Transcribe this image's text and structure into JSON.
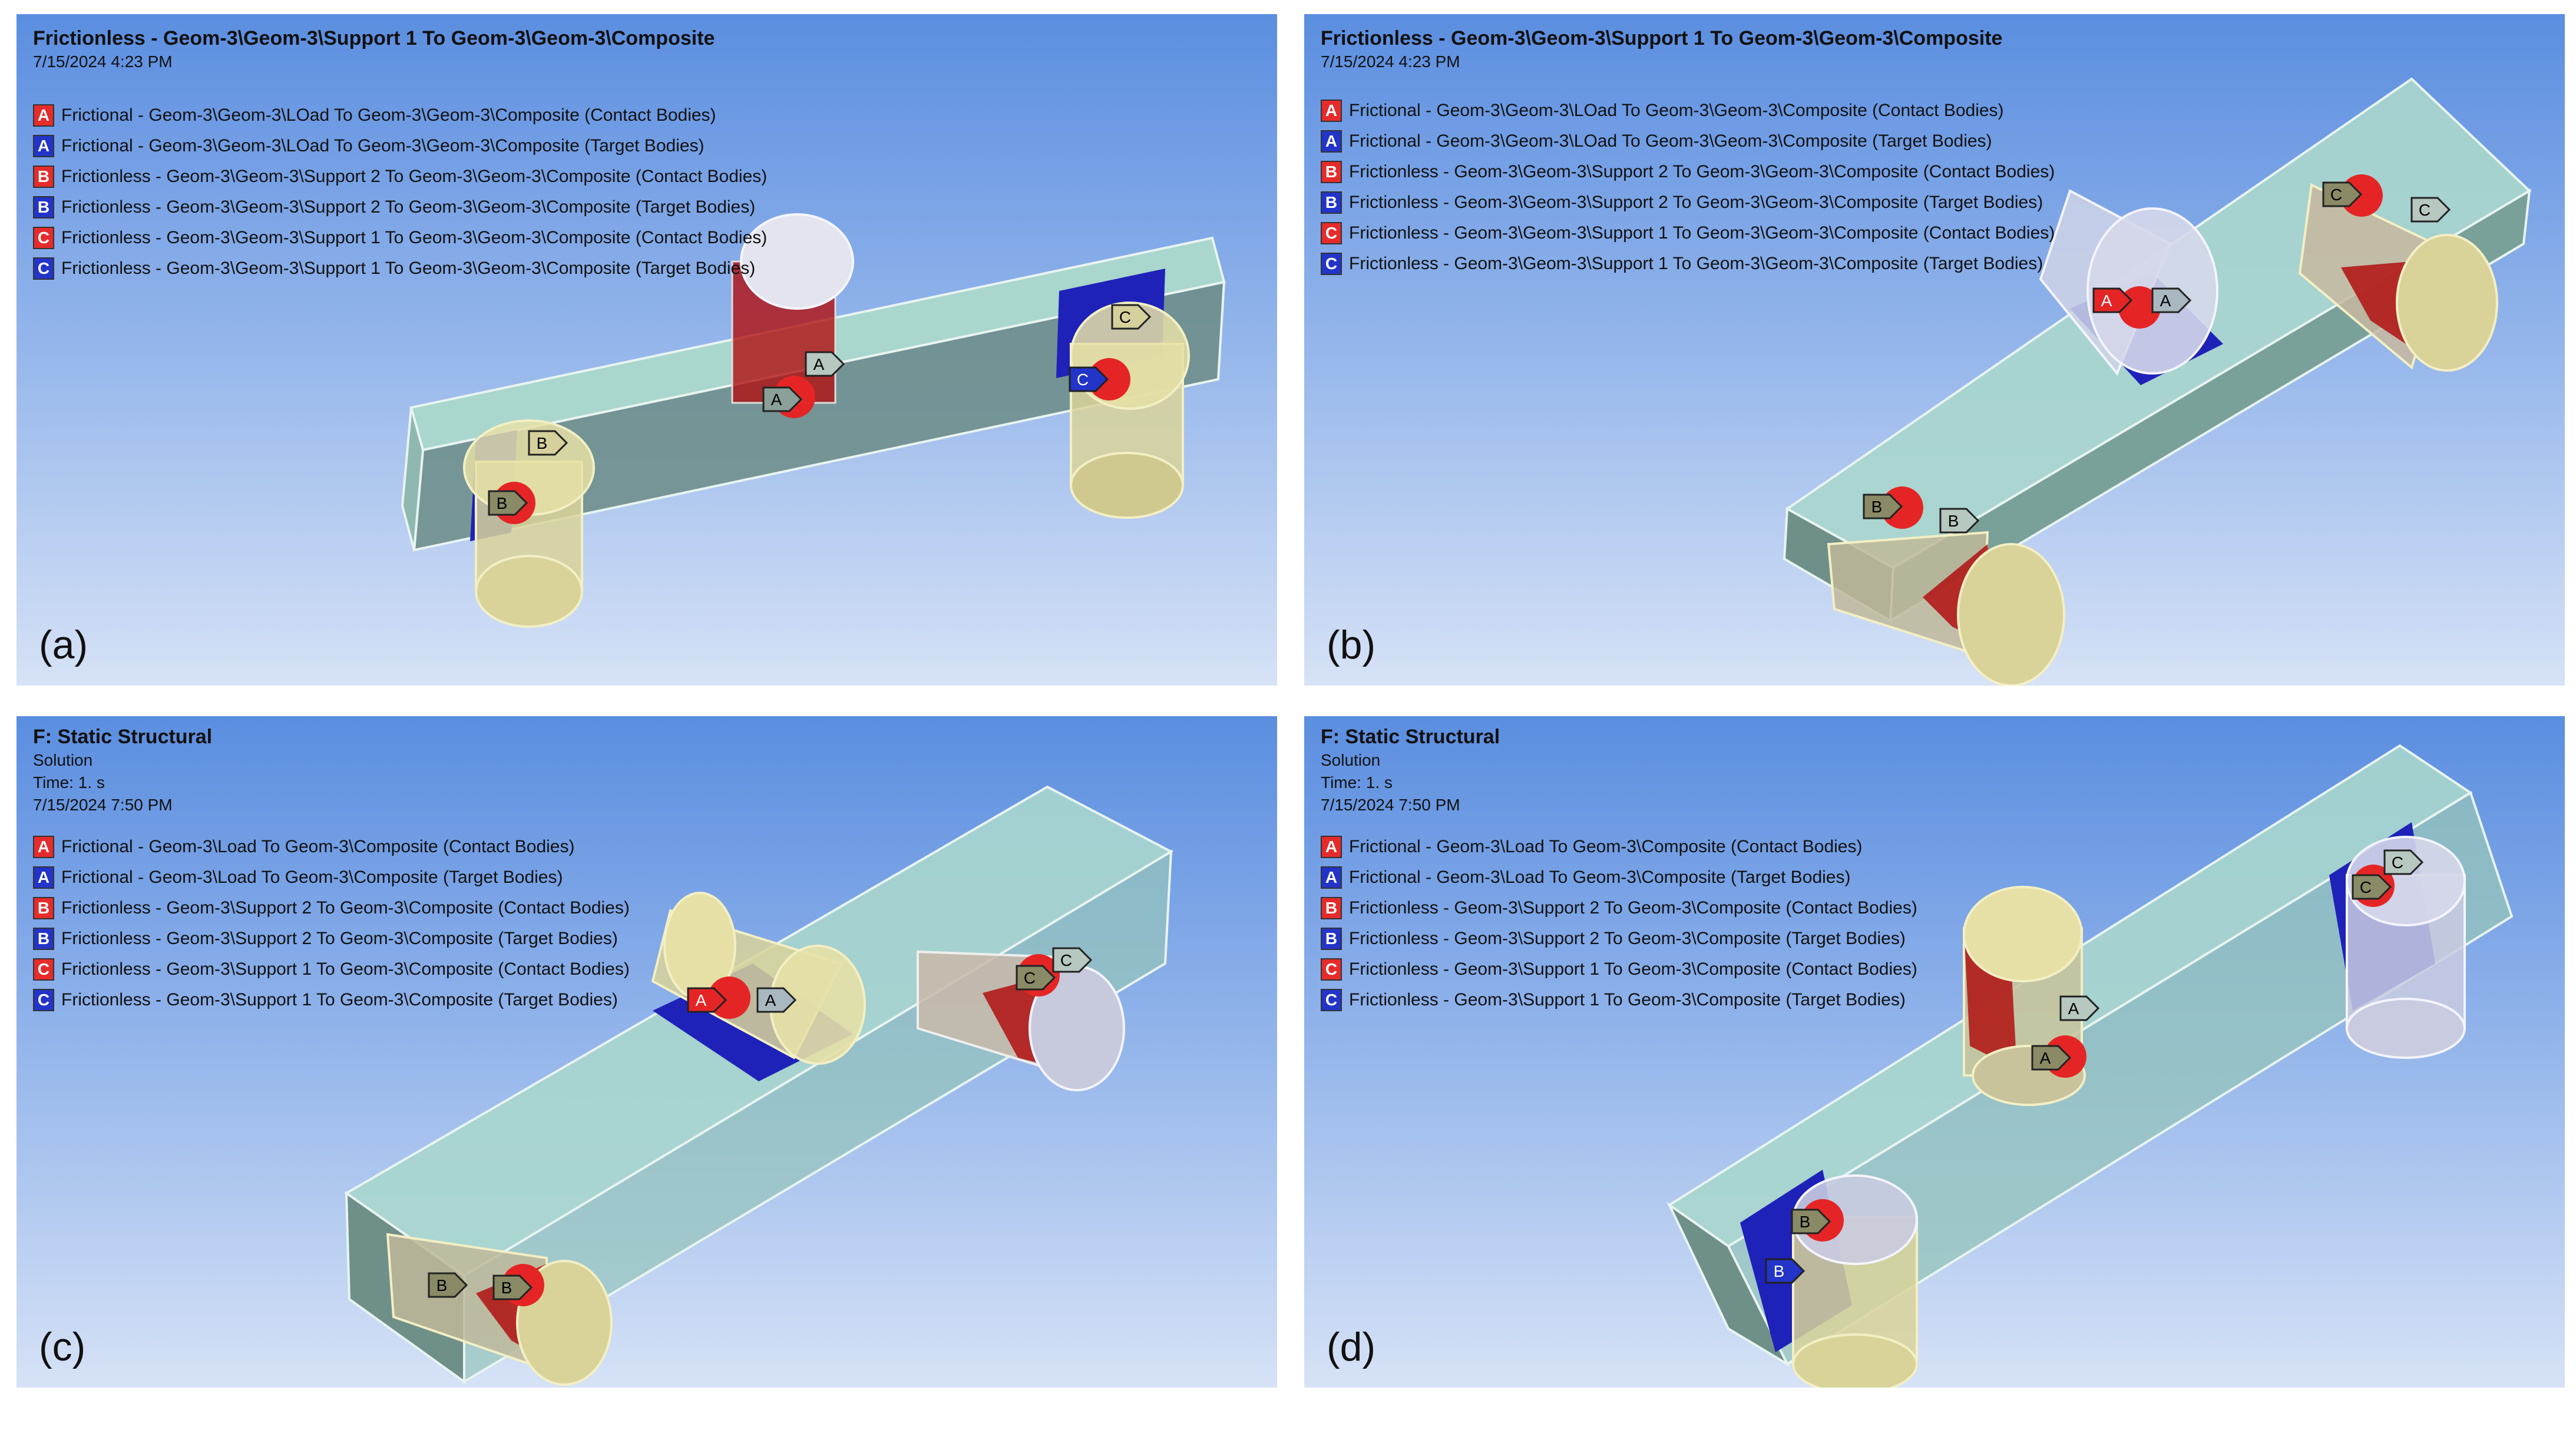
{
  "colors": {
    "contact": "#e62b2b",
    "target": "#2334c8",
    "beam": "#9fd1c8",
    "cyl_yellow": "#d8d4a0",
    "cyl_white": "#dcdde6"
  },
  "panels": [
    {
      "label": "(a)",
      "header": [
        "Frictionless - Geom-3\\Geom-3\\Support 1 To Geom-3\\Geom-3\\Composite",
        "7/15/2024 4:23 PM"
      ],
      "legend": [
        {
          "letter": "A",
          "type": "contact",
          "text": "Frictional - Geom-3\\Geom-3\\LOad To Geom-3\\Geom-3\\Composite (Contact Bodies)"
        },
        {
          "letter": "A",
          "type": "target",
          "text": "Frictional - Geom-3\\Geom-3\\LOad To Geom-3\\Geom-3\\Composite (Target Bodies)"
        },
        {
          "letter": "B",
          "type": "contact",
          "text": "Frictionless - Geom-3\\Geom-3\\Support 2 To Geom-3\\Geom-3\\Composite (Contact Bodies)"
        },
        {
          "letter": "B",
          "type": "target",
          "text": "Frictionless - Geom-3\\Geom-3\\Support 2 To Geom-3\\Geom-3\\Composite (Target Bodies)"
        },
        {
          "letter": "C",
          "type": "contact",
          "text": "Frictionless - Geom-3\\Geom-3\\Support 1 To Geom-3\\Geom-3\\Composite (Contact Bodies)"
        },
        {
          "letter": "C",
          "type": "target",
          "text": "Frictionless - Geom-3\\Geom-3\\Support 1 To Geom-3\\Geom-3\\Composite (Target Bodies)"
        }
      ],
      "tags": [
        "A",
        "A",
        "B",
        "B",
        "C",
        "C"
      ]
    },
    {
      "label": "(b)",
      "header": [
        "Frictionless - Geom-3\\Geom-3\\Support 1 To Geom-3\\Geom-3\\Composite",
        "7/15/2024 4:23 PM"
      ],
      "legend": [
        {
          "letter": "A",
          "type": "contact",
          "text": "Frictional - Geom-3\\Geom-3\\LOad To Geom-3\\Geom-3\\Composite (Contact Bodies)"
        },
        {
          "letter": "A",
          "type": "target",
          "text": "Frictional - Geom-3\\Geom-3\\LOad To Geom-3\\Geom-3\\Composite (Target Bodies)"
        },
        {
          "letter": "B",
          "type": "contact",
          "text": "Frictionless - Geom-3\\Geom-3\\Support 2 To Geom-3\\Geom-3\\Composite (Contact Bodies)"
        },
        {
          "letter": "B",
          "type": "target",
          "text": "Frictionless - Geom-3\\Geom-3\\Support 2 To Geom-3\\Geom-3\\Composite (Target Bodies)"
        },
        {
          "letter": "C",
          "type": "contact",
          "text": "Frictionless - Geom-3\\Geom-3\\Support 1 To Geom-3\\Geom-3\\Composite (Contact Bodies)"
        },
        {
          "letter": "C",
          "type": "target",
          "text": "Frictionless - Geom-3\\Geom-3\\Support 1 To Geom-3\\Geom-3\\Composite (Target Bodies)"
        }
      ],
      "tags": [
        "A",
        "A",
        "B",
        "B",
        "C",
        "C"
      ]
    },
    {
      "label": "(c)",
      "header": [
        "F: Static Structural",
        "Solution",
        "Time: 1. s",
        "7/15/2024 7:50 PM"
      ],
      "legend": [
        {
          "letter": "A",
          "type": "contact",
          "text": "Frictional - Geom-3\\Load To Geom-3\\Composite (Contact Bodies)"
        },
        {
          "letter": "A",
          "type": "target",
          "text": "Frictional - Geom-3\\Load To Geom-3\\Composite (Target Bodies)"
        },
        {
          "letter": "B",
          "type": "contact",
          "text": "Frictionless - Geom-3\\Support 2 To Geom-3\\Composite (Contact Bodies)"
        },
        {
          "letter": "B",
          "type": "target",
          "text": "Frictionless - Geom-3\\Support 2 To Geom-3\\Composite (Target Bodies)"
        },
        {
          "letter": "C",
          "type": "contact",
          "text": "Frictionless - Geom-3\\Support 1 To Geom-3\\Composite (Contact Bodies)"
        },
        {
          "letter": "C",
          "type": "target",
          "text": "Frictionless - Geom-3\\Support 1 To Geom-3\\Composite (Target Bodies)"
        }
      ],
      "tags": [
        "A",
        "A",
        "B",
        "B",
        "C",
        "C"
      ]
    },
    {
      "label": "(d)",
      "header": [
        "F: Static Structural",
        "Solution",
        "Time: 1. s",
        "7/15/2024 7:50 PM"
      ],
      "legend": [
        {
          "letter": "A",
          "type": "contact",
          "text": "Frictional - Geom-3\\Load To Geom-3\\Composite (Contact Bodies)"
        },
        {
          "letter": "A",
          "type": "target",
          "text": "Frictional - Geom-3\\Load To Geom-3\\Composite (Target Bodies)"
        },
        {
          "letter": "B",
          "type": "contact",
          "text": "Frictionless - Geom-3\\Support 2 To Geom-3\\Composite (Contact Bodies)"
        },
        {
          "letter": "B",
          "type": "target",
          "text": "Frictionless - Geom-3\\Support 2 To Geom-3\\Composite (Target Bodies)"
        },
        {
          "letter": "C",
          "type": "contact",
          "text": "Frictionless - Geom-3\\Support 1 To Geom-3\\Composite (Contact Bodies)"
        },
        {
          "letter": "C",
          "type": "target",
          "text": "Frictionless - Geom-3\\Support 1 To Geom-3\\Composite (Target Bodies)"
        }
      ],
      "tags": [
        "A",
        "A",
        "B",
        "B",
        "C",
        "C"
      ]
    }
  ]
}
